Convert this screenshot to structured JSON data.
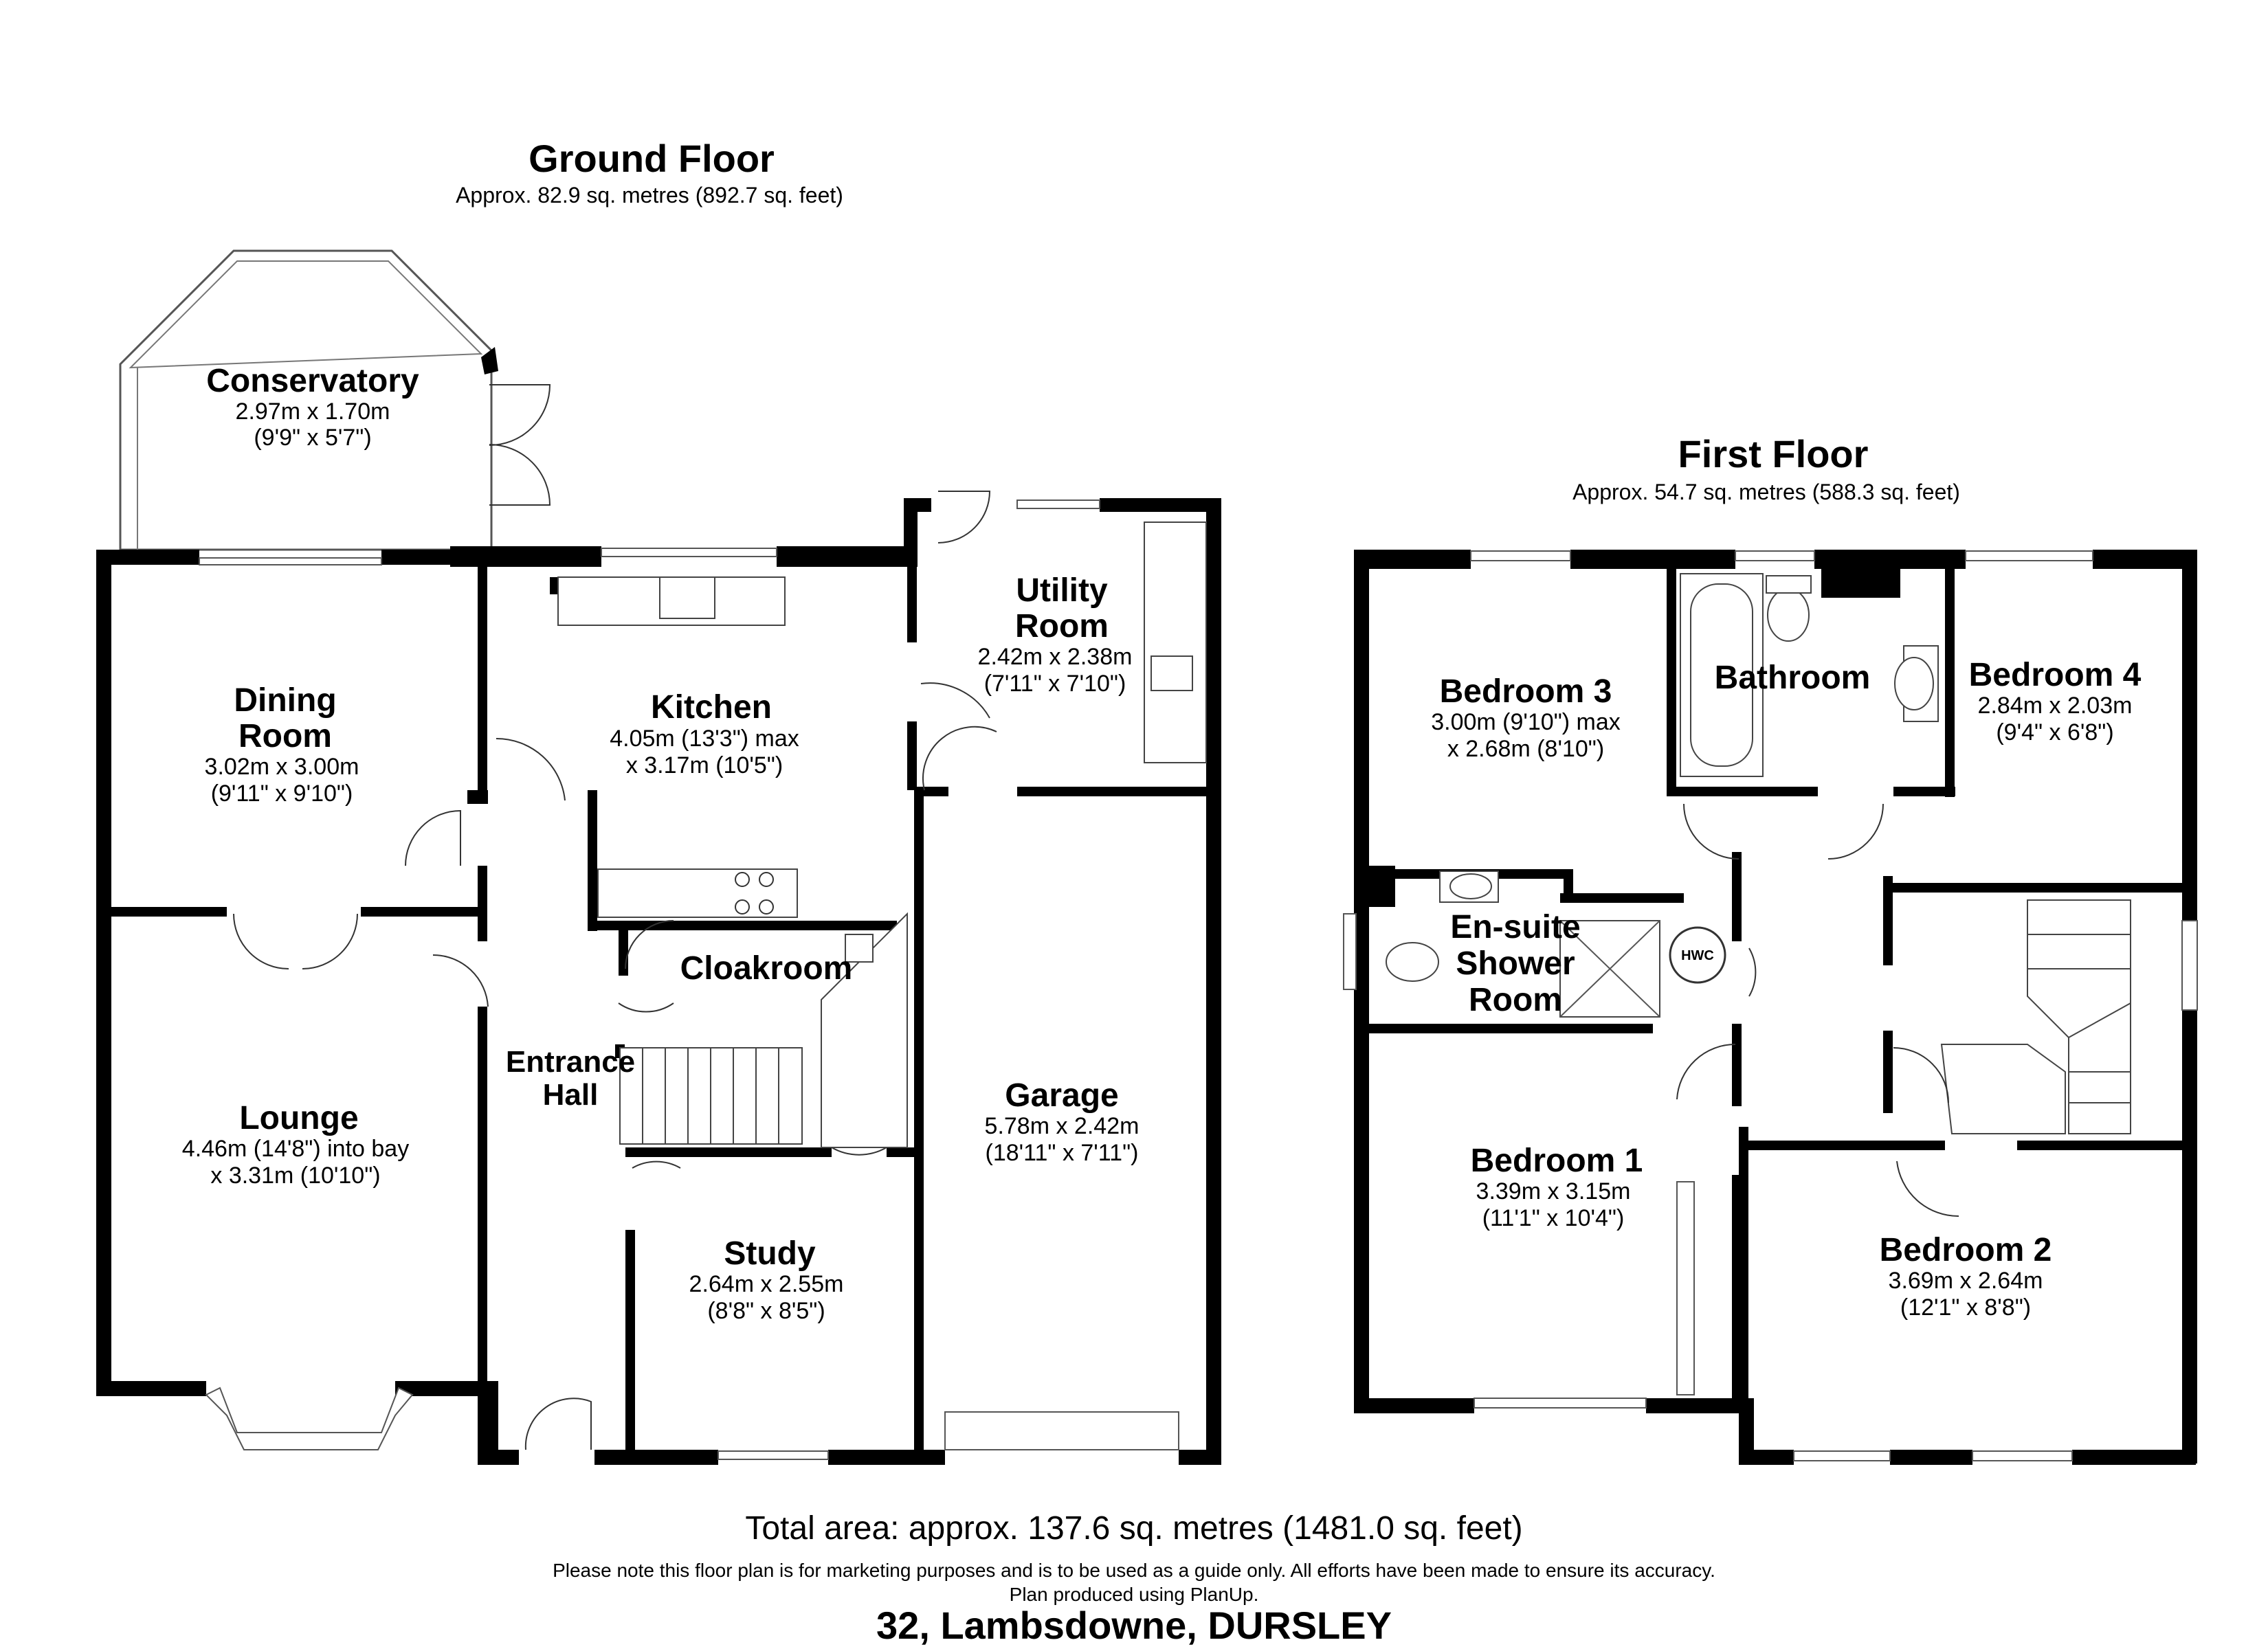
{
  "ground_floor": {
    "title": "Ground Floor",
    "area": "Approx. 82.9 sq. metres (892.7 sq. feet)",
    "rooms": {
      "conservatory": {
        "name": "Conservatory",
        "dim_m": "2.97m x 1.70m",
        "dim_ft": "(9'9\" x 5'7\")"
      },
      "dining": {
        "name_line1": "Dining",
        "name_line2": "Room",
        "dim_m": "3.02m x 3.00m",
        "dim_ft": "(9'11\" x 9'10\")"
      },
      "kitchen": {
        "name": "Kitchen",
        "dim_m": "4.05m (13'3\") max",
        "dim_ft": "x 3.17m (10'5\")"
      },
      "utility": {
        "name_line1": "Utility",
        "name_line2": "Room",
        "dim_m": "2.42m x 2.38m",
        "dim_ft": "(7'11\" x 7'10\")"
      },
      "cloakroom": {
        "name": "Cloakroom"
      },
      "lounge": {
        "name": "Lounge",
        "dim_m": "4.46m (14'8\") into bay",
        "dim_ft": "x 3.31m (10'10\")"
      },
      "hall": {
        "name_line1": "Entrance",
        "name_line2": "Hall"
      },
      "study": {
        "name": "Study",
        "dim_m": "2.64m x 2.55m",
        "dim_ft": "(8'8\" x 8'5\")"
      },
      "garage": {
        "name": "Garage",
        "dim_m": "5.78m x 2.42m",
        "dim_ft": "(18'11\" x 7'11\")"
      }
    }
  },
  "first_floor": {
    "title": "First Floor",
    "area": "Approx. 54.7 sq. metres (588.3 sq. feet)",
    "rooms": {
      "bedroom3": {
        "name": "Bedroom 3",
        "dim_m": "3.00m (9'10\") max",
        "dim_ft": "x 2.68m (8'10\")"
      },
      "bathroom": {
        "name": "Bathroom"
      },
      "bedroom4": {
        "name": "Bedroom 4",
        "dim_m": "2.84m x 2.03m",
        "dim_ft": "(9'4\" x 6'8\")"
      },
      "ensuite": {
        "name_line1": "En-suite",
        "name_line2": "Shower",
        "name_line3": "Room"
      },
      "hwc": {
        "label": "HWC"
      },
      "bedroom1": {
        "name": "Bedroom 1",
        "dim_m": "3.39m x 3.15m",
        "dim_ft": "(11'1\" x 10'4\")"
      },
      "bedroom2": {
        "name": "Bedroom 2",
        "dim_m": "3.69m x 2.64m",
        "dim_ft": "(12'1\" x 8'8\")"
      }
    }
  },
  "footer": {
    "total": "Total area: approx. 137.6 sq. metres (1481.0 sq. feet)",
    "disclaimer": "Please note this floor plan is for marketing purposes and is to be used as a guide only. All efforts have been made to ensure its accuracy.",
    "credit": "Plan produced using PlanUp.",
    "address": "32, Lambsdowne, DURSLEY"
  }
}
